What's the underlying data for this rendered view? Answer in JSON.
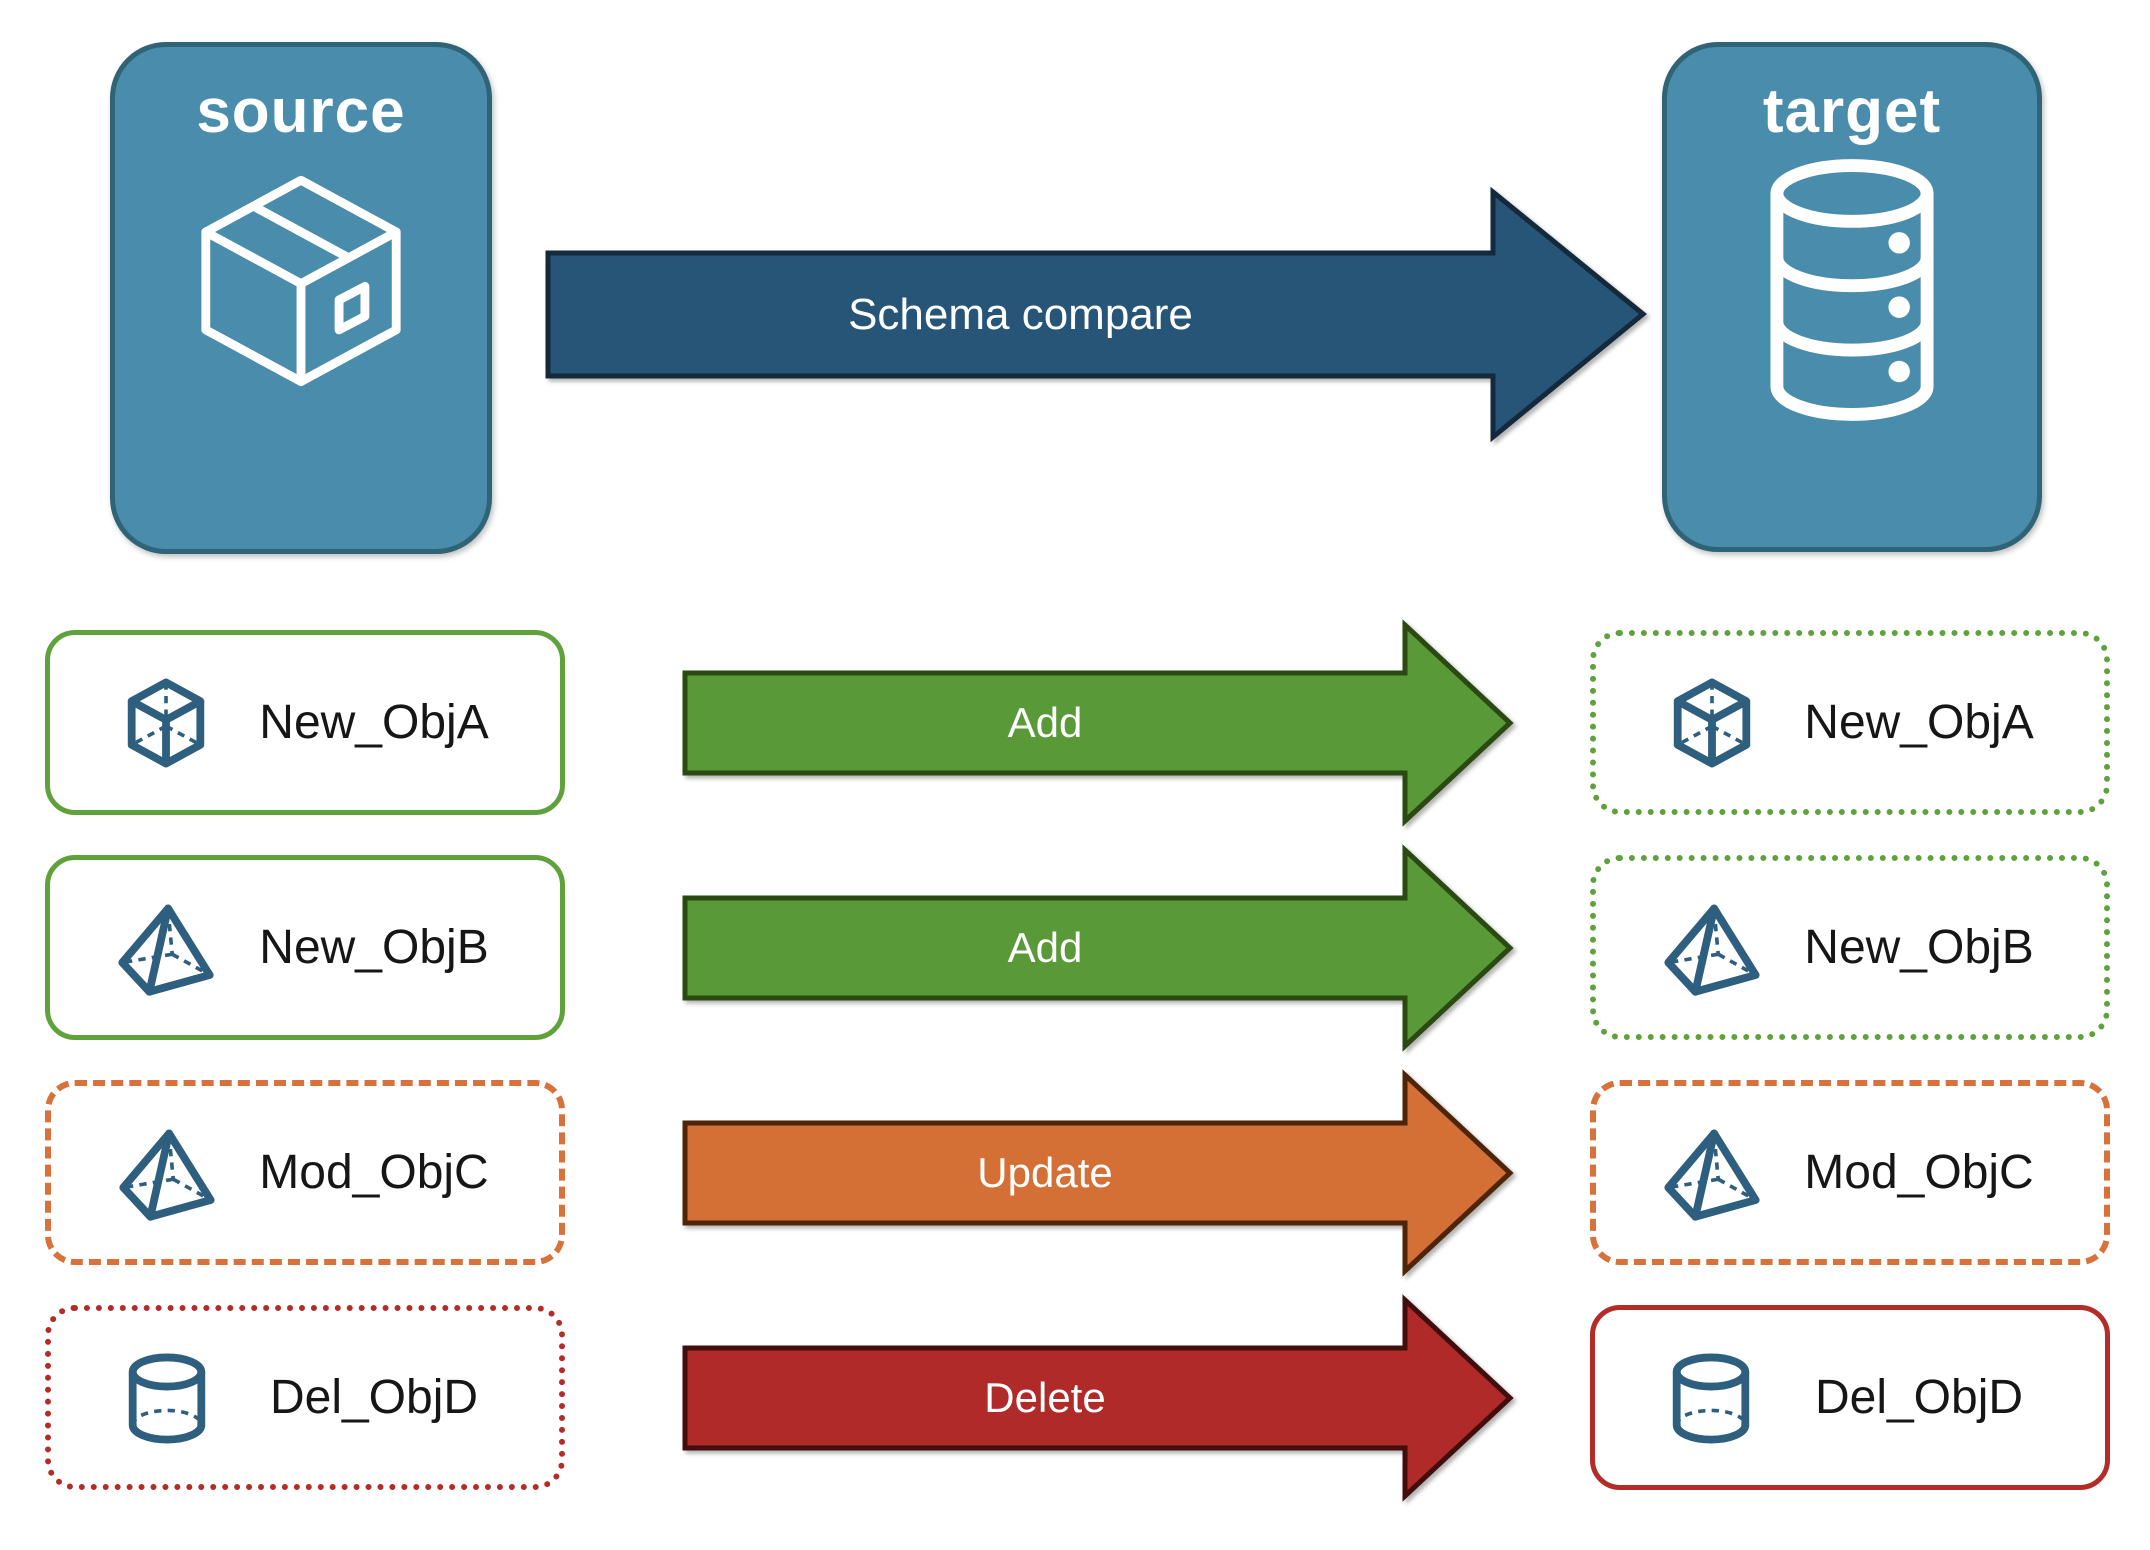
{
  "diagram": {
    "source_label": "source",
    "target_label": "target",
    "compare_label": "Schema compare"
  },
  "colors": {
    "node_fill": "#4A8CAB",
    "node_border": "#2F6376",
    "compare_arrow_fill": "#275577",
    "add_arrow_fill": "#5A9938",
    "update_arrow_fill": "#D46F35",
    "delete_arrow_fill": "#AF2A28",
    "object_icon_blue": "#2E5F7F",
    "green_border": "#5FA23C",
    "orange_border": "#D9713B",
    "red_border": "#B42B27"
  },
  "icons": {
    "source": "package-icon",
    "target": "database-icon"
  },
  "rows": [
    {
      "left": {
        "label": "New_ObjA",
        "icon": "cube-icon",
        "border_style": "solid-green"
      },
      "arrow": {
        "label": "Add",
        "color": "#5A9938"
      },
      "right": {
        "label": "New_ObjA",
        "icon": "cube-icon",
        "border_style": "dotted-green"
      }
    },
    {
      "left": {
        "label": "New_ObjB",
        "icon": "pyramid-icon",
        "border_style": "solid-green"
      },
      "arrow": {
        "label": "Add",
        "color": "#5A9938"
      },
      "right": {
        "label": "New_ObjB",
        "icon": "pyramid-icon",
        "border_style": "dotted-green"
      }
    },
    {
      "left": {
        "label": "Mod_ObjC",
        "icon": "pyramid-icon",
        "border_style": "dashed-orange"
      },
      "arrow": {
        "label": "Update",
        "color": "#D46F35"
      },
      "right": {
        "label": "Mod_ObjC",
        "icon": "pyramid-icon",
        "border_style": "dashed-orange"
      }
    },
    {
      "left": {
        "label": "Del_ObjD",
        "icon": "cylinder-icon",
        "border_style": "dotted-red"
      },
      "arrow": {
        "label": "Delete",
        "color": "#AF2A28"
      },
      "right": {
        "label": "Del_ObjD",
        "icon": "cylinder-icon",
        "border_style": "solid-red"
      }
    }
  ]
}
